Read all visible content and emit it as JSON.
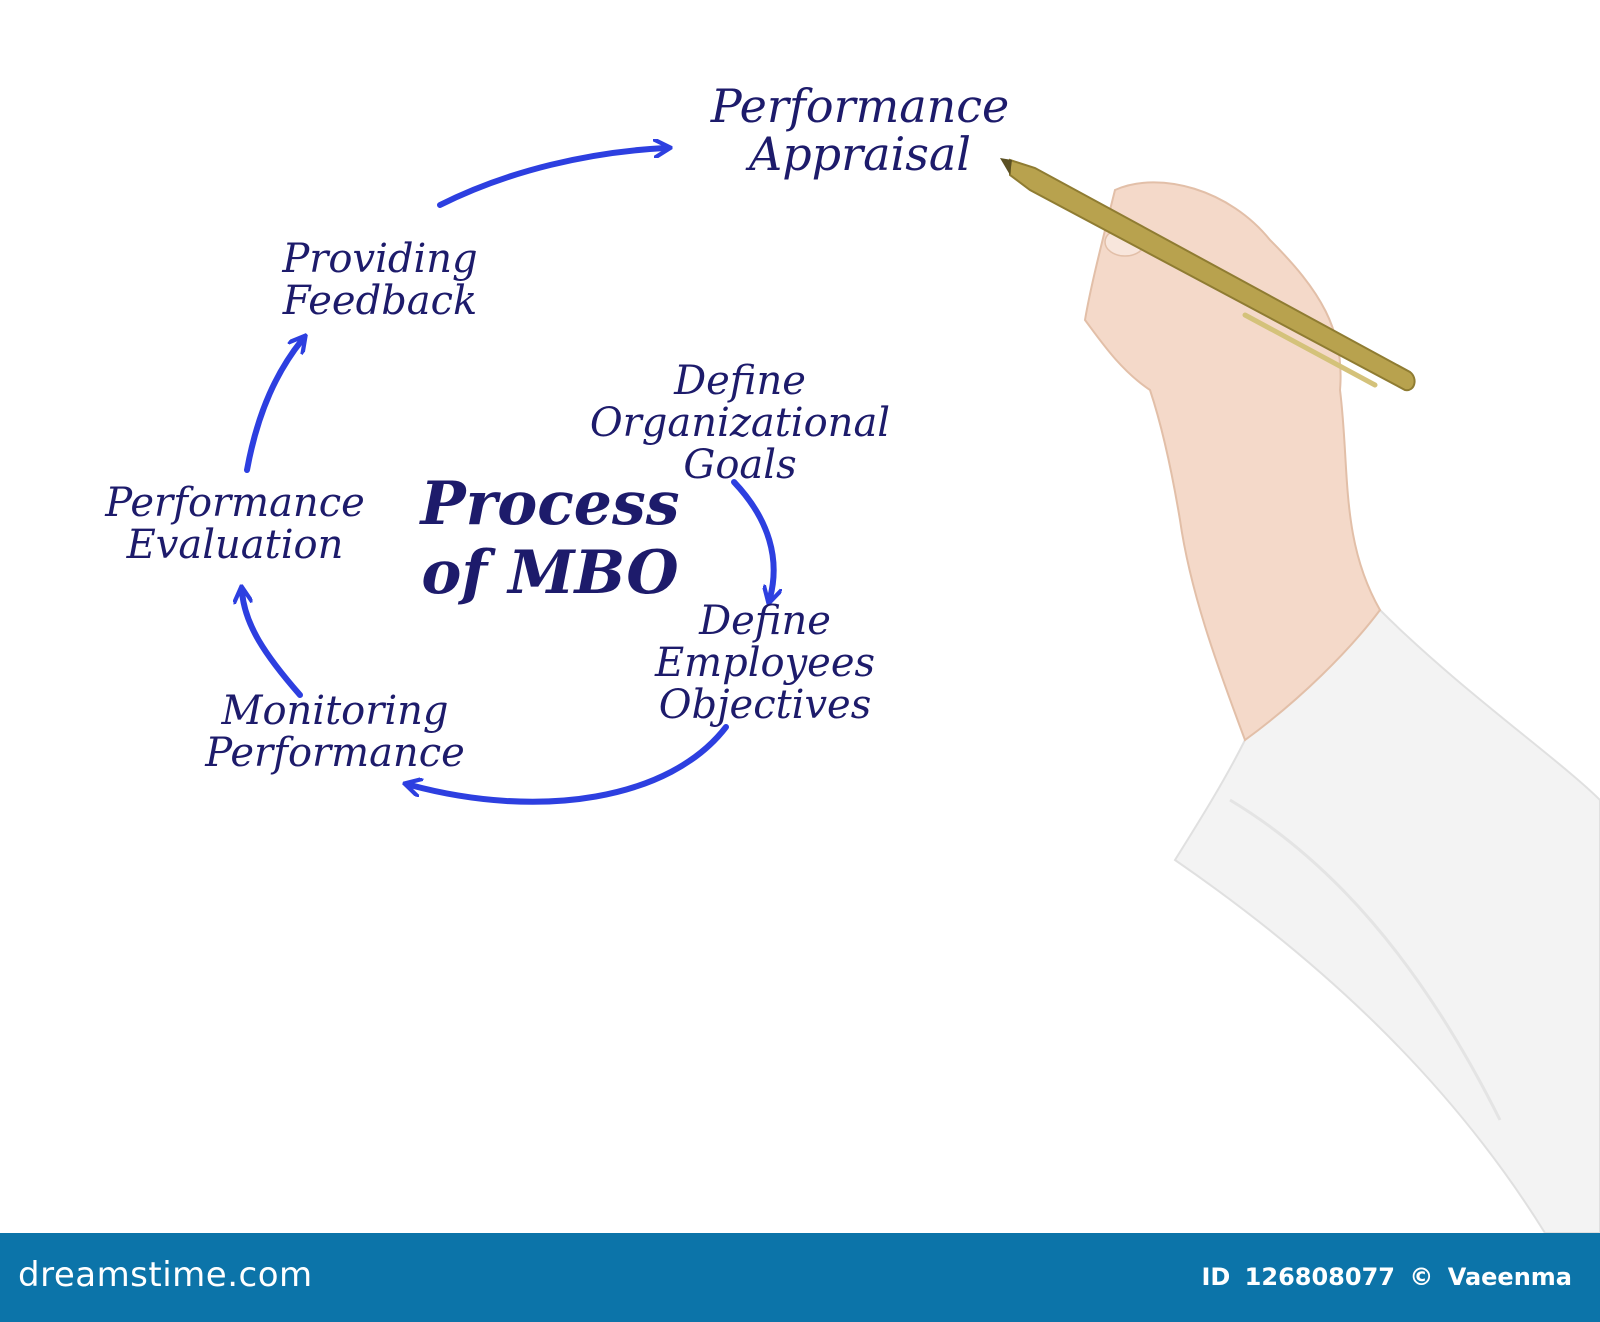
{
  "diagram": {
    "center_title": [
      "Process",
      "of MBO"
    ],
    "steps": {
      "organizational_goals": [
        "Define",
        "Organizational",
        "Goals"
      ],
      "employees_objectives": [
        "Define",
        "Employees",
        "Objectives"
      ],
      "monitoring": [
        "Monitoring",
        "Performance"
      ],
      "evaluation": [
        "Performance",
        "Evaluation"
      ],
      "feedback": [
        "Providing",
        "Feedback"
      ],
      "appraisal": [
        "Performance",
        "Appraisal"
      ]
    },
    "colors": {
      "text": "#1d1b6b",
      "arrow": "#2d3fe0",
      "footer": "#0c74a9",
      "sleeve": "#f3f3f3",
      "skin": "#f4d9c9",
      "pen": "#b8a24e"
    }
  },
  "footer": {
    "brand": "dreamstime.com",
    "id_label": "ID",
    "id_value": "126808077",
    "copyright": "©",
    "author": "Vaeenma"
  }
}
